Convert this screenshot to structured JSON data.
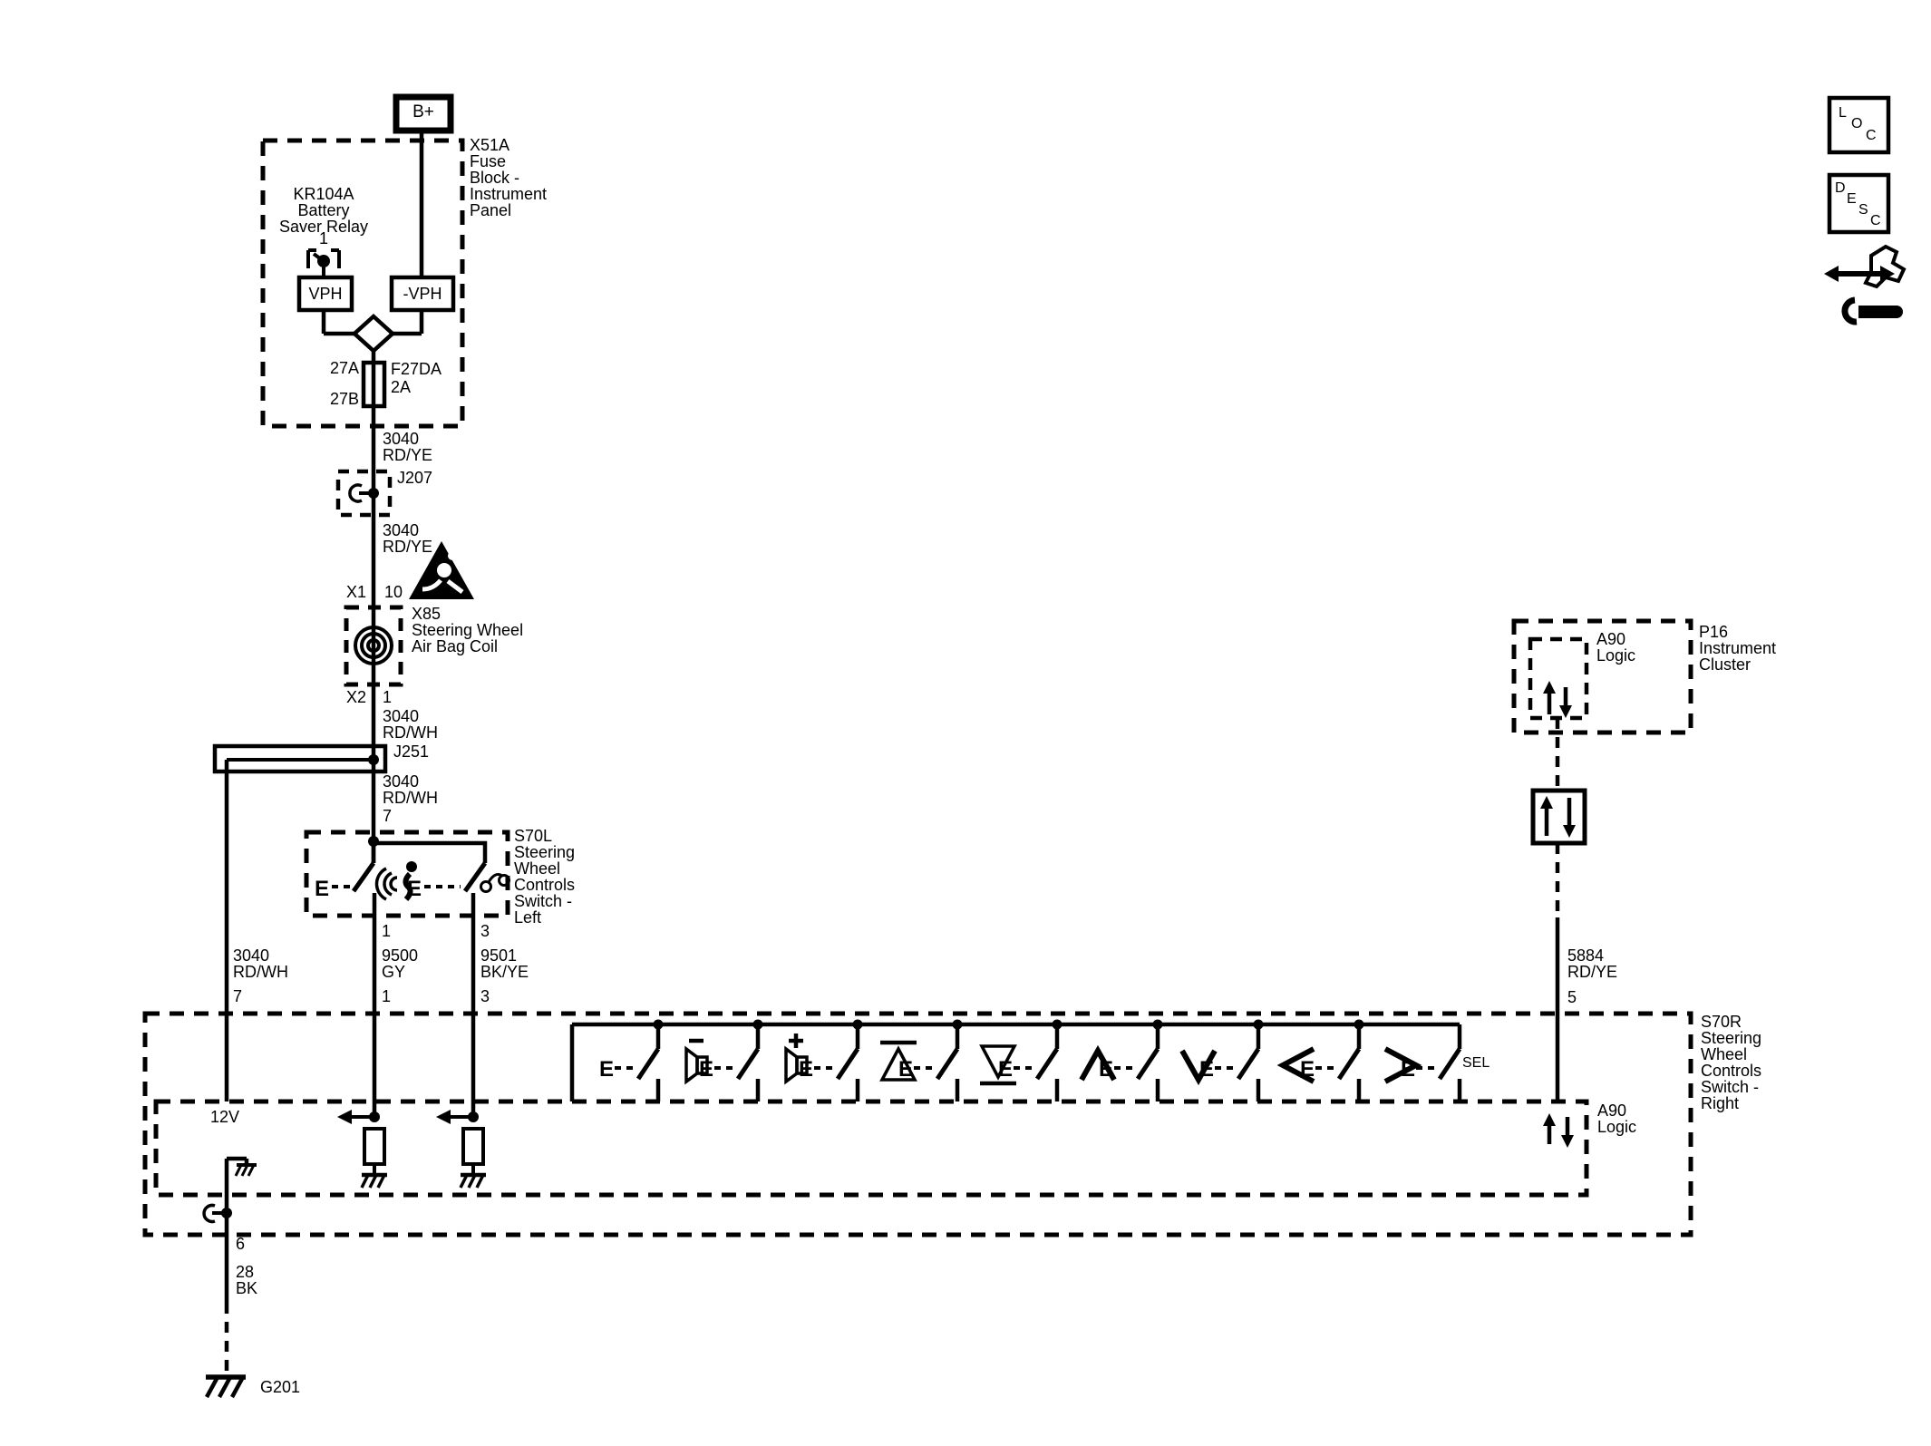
{
  "glyphs": {
    "terminal_e": "E"
  },
  "power": {
    "battery_terminal": "B+"
  },
  "header_icons": {
    "loc_letters": [
      "L",
      "O",
      "C"
    ],
    "desc_letters": [
      "D",
      "E",
      "S",
      "C"
    ]
  },
  "fuse_block": {
    "label": "X51A\nFuse\nBlock -\nInstrument\nPanel",
    "relay_label": "KR104A\nBattery\nSaver Relay",
    "relay_pin": "1",
    "vph": "VPH",
    "vph_neg": "-VPH",
    "fuse_pin_top": "27A",
    "fuse_pin_bottom": "27B",
    "fuse_label": "F27DA\n2A"
  },
  "wires": {
    "w3040_rdye_a": "3040\nRD/YE",
    "w3040_rdye_b": "3040\nRD/YE",
    "w3040_rdwh_a": "3040\nRD/WH",
    "w3040_rdwh_b": "3040\nRD/WH",
    "w3040_rdwh_c": "3040\nRD/WH",
    "w9500": "9500\nGY",
    "w9501": "9501\nBK/YE",
    "w5884": "5884\nRD/YE",
    "w28bk": "28\nBK"
  },
  "connectors": {
    "j207": "J207",
    "j251": "J251",
    "x1": "X1",
    "x1_pin": "10",
    "x2": "X2",
    "x2_pin": "1",
    "coil_label": "X85\nSteering Wheel\nAir Bag Coil",
    "s70l_pin_in": "7",
    "s70l_pin1": "1",
    "s70l_pin3": "3",
    "s70r_pin7": "7",
    "s70r_pin1": "1",
    "s70r_pin3": "3",
    "s70r_pin5": "5",
    "s70r_pin6": "6",
    "ground": "G201"
  },
  "s70l": {
    "label": "S70L\nSteering\nWheel\nControls\nSwitch -\nLeft"
  },
  "s70r": {
    "label": "S70R\nSteering\nWheel\nControls\nSwitch -\nRight",
    "logic": "A90\nLogic",
    "sel": "SEL",
    "supply": "12V"
  },
  "cluster": {
    "label": "P16\nInstrument\nCluster",
    "logic": "A90\nLogic"
  }
}
